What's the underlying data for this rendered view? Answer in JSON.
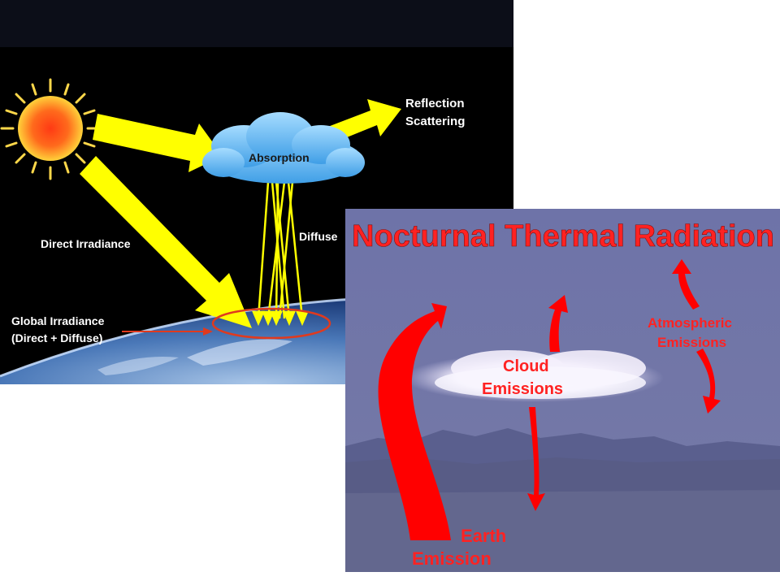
{
  "solar_diagram": {
    "labels": {
      "absorption": "Absorption",
      "reflection": "Reflection",
      "scattering": "Scattering",
      "direct_irradiance": "Direct Irradiance",
      "diffuse": "Diffuse",
      "global_irradiance_line1": "Global Irradiance",
      "global_irradiance_line2": "(Direct + Diffuse)"
    },
    "colors": {
      "background": "#000000",
      "arrow": "#ffff00",
      "cloud": "#5fb6ef",
      "sun": "#ff7b1f",
      "ellipse": "#e03a1e"
    }
  },
  "thermal_diagram": {
    "title": "Nocturnal Thermal Radiation",
    "labels": {
      "atmospheric_line1": "Atmospheric",
      "atmospheric_line2": "Emissions",
      "cloud_line1": "Cloud",
      "cloud_line2": "Emissions",
      "earth_line1": "Earth",
      "earth_line2": "Emission"
    },
    "colors": {
      "background": "#6f74a6",
      "arrow": "#ff0000",
      "title": "#ff2222"
    }
  }
}
